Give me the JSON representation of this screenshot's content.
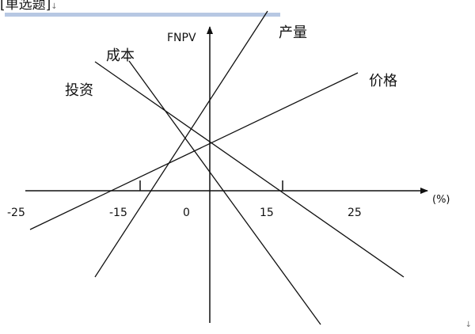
{
  "header": {
    "text": "[单选题]",
    "mark": "↓"
  },
  "footer_mark": "↓",
  "diagram": {
    "y_axis_label": "FNPV",
    "x_unit_label": "(%)",
    "tick_labels": [
      "-25",
      "-15",
      "0",
      "15",
      "25"
    ],
    "lines": [
      {
        "key": "output",
        "label": "产量"
      },
      {
        "key": "cost",
        "label": "成本"
      },
      {
        "key": "investment",
        "label": "投资"
      },
      {
        "key": "price",
        "label": "价格"
      }
    ]
  }
}
